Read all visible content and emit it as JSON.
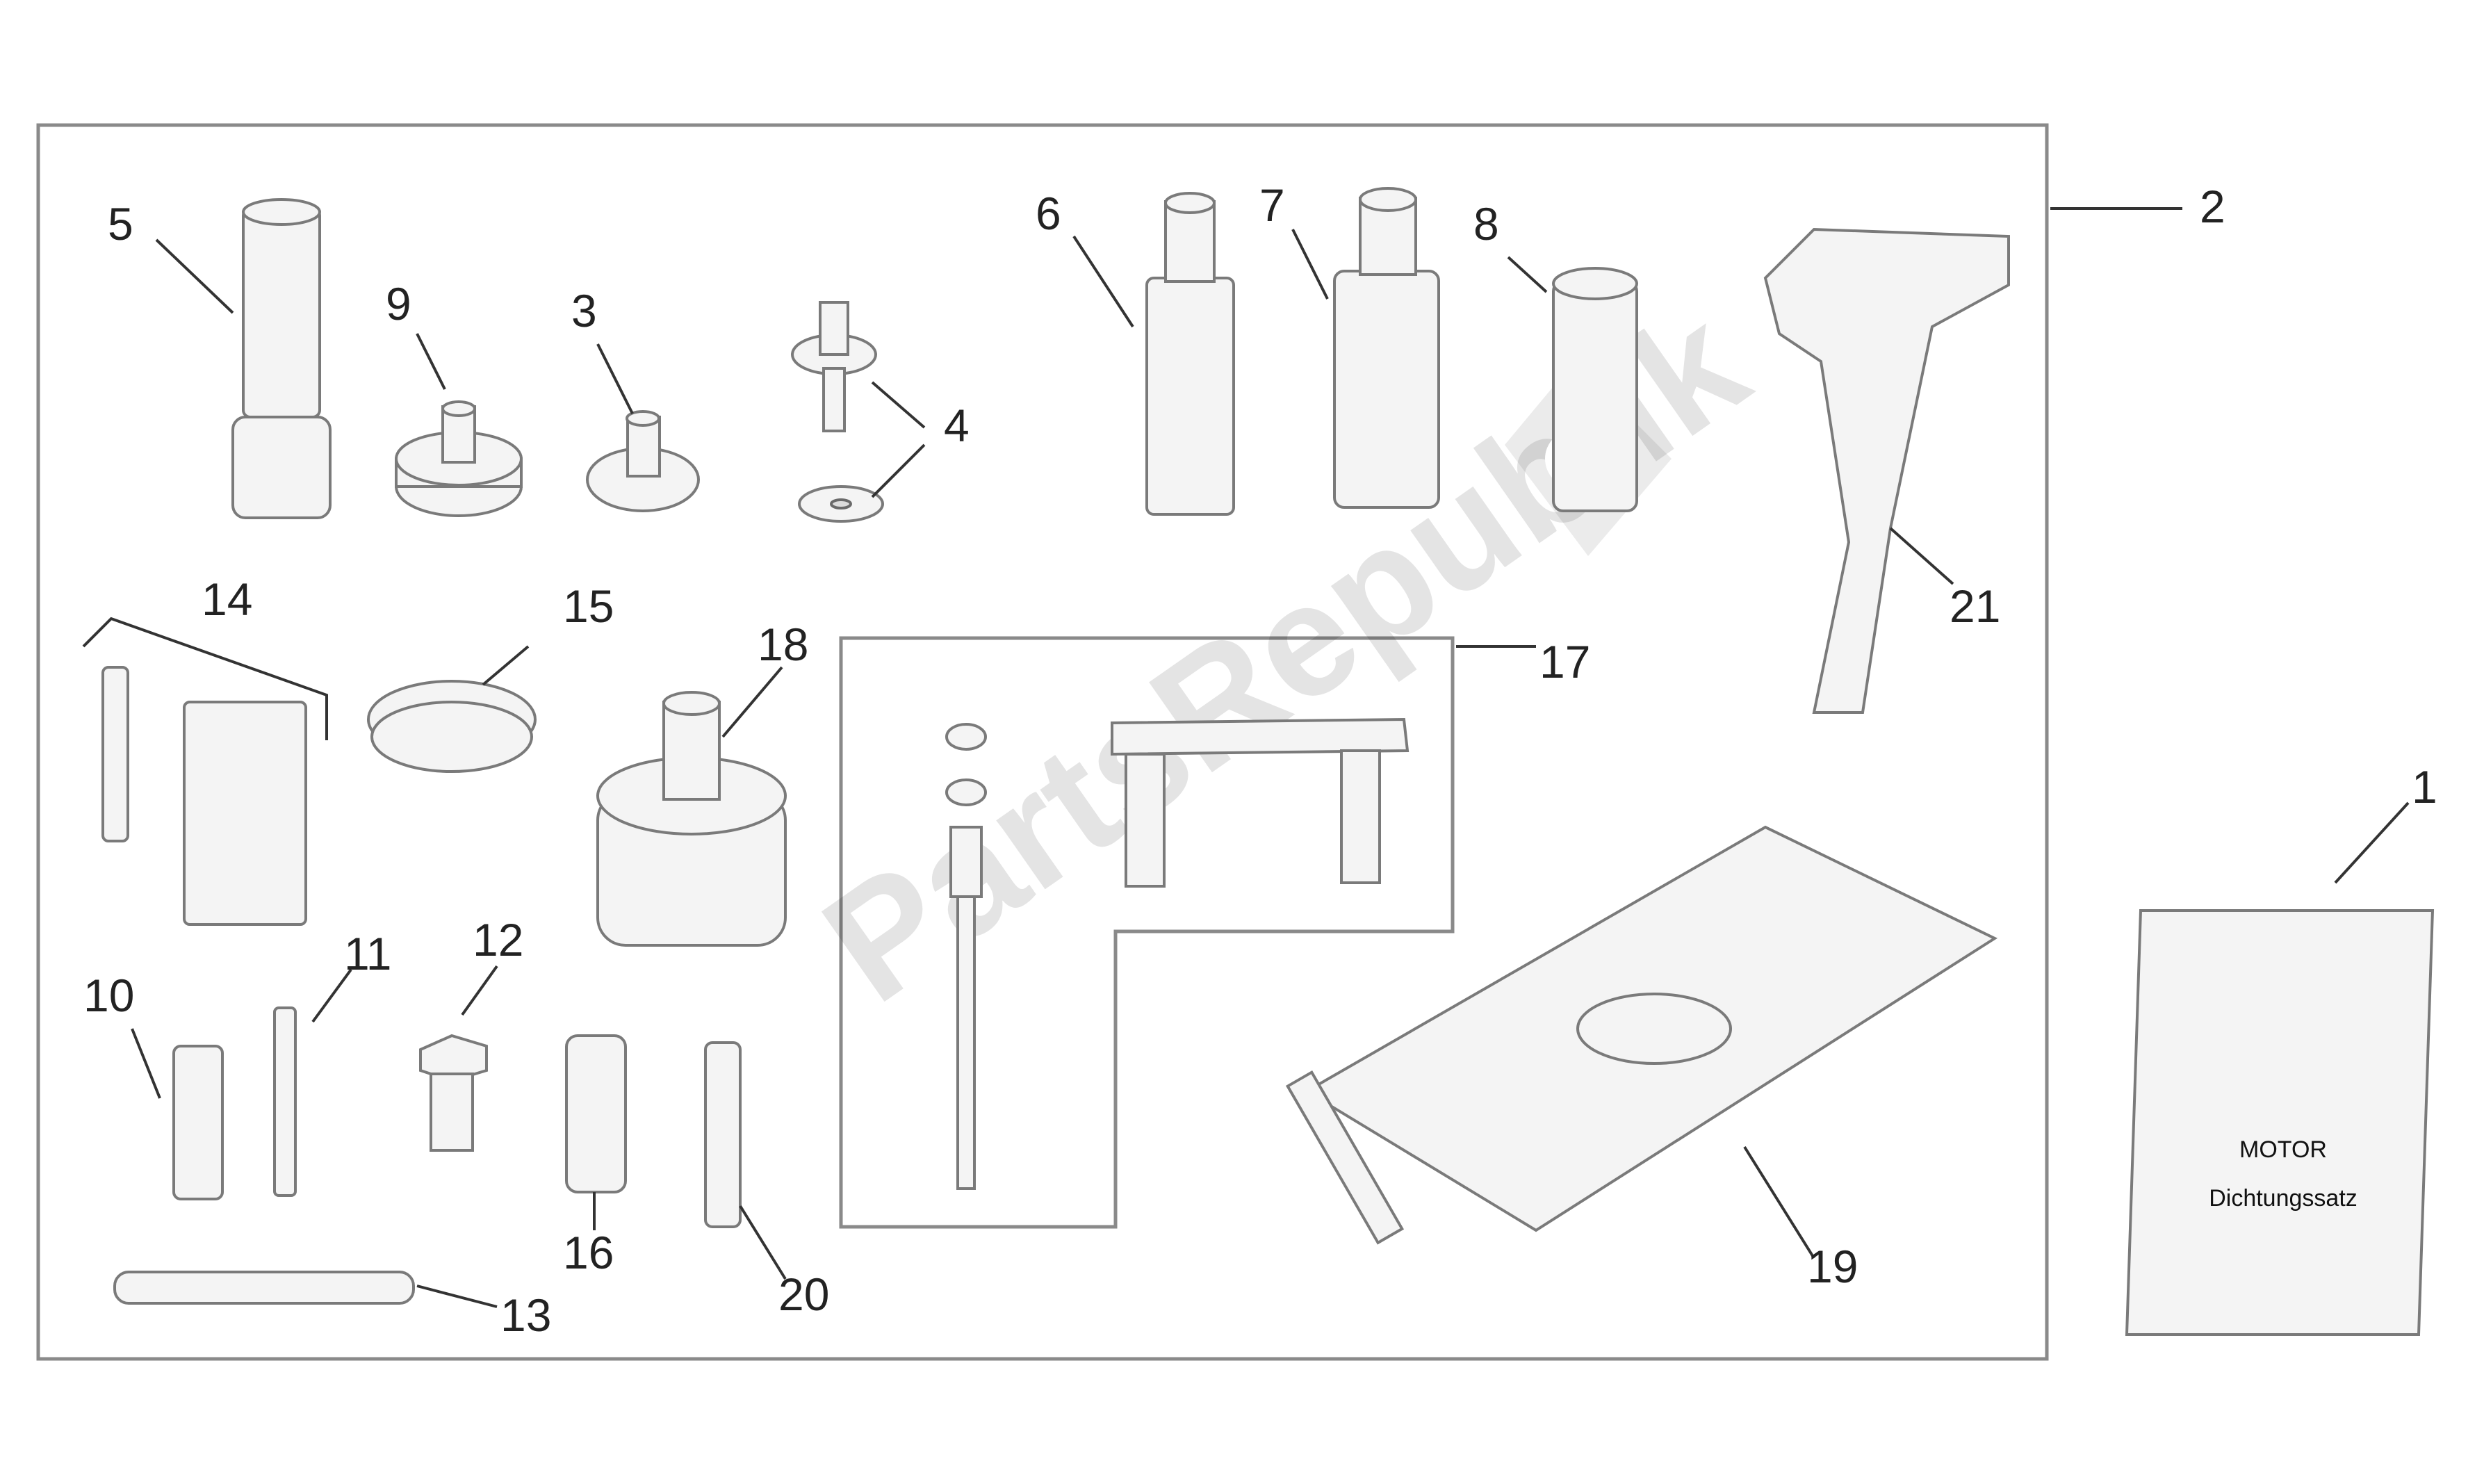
{
  "watermark": "PartsRepublik",
  "callouts": {
    "c1": "1",
    "c2": "2",
    "c3": "3",
    "c4": "4",
    "c5": "5",
    "c6": "6",
    "c7": "7",
    "c8": "8",
    "c9": "9",
    "c10": "10",
    "c11": "11",
    "c12": "12",
    "c13": "13",
    "c14": "14",
    "c15": "15",
    "c16": "16",
    "c17": "17",
    "c18": "18",
    "c19": "19",
    "c20": "20",
    "c21": "21"
  },
  "booklet": {
    "line1": "MOTOR",
    "line2": "Dichtungssatz"
  },
  "colors": {
    "frame": "#8a8a8a",
    "part_fill": "#f4f4f4",
    "part_stroke": "#7a7a7a",
    "text": "#222222"
  }
}
